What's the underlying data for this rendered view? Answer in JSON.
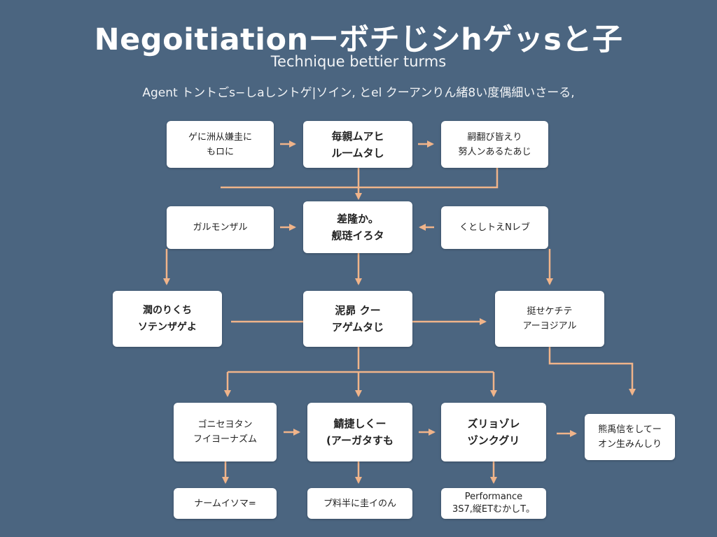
{
  "header": {
    "title": "Negoitiationーボチじシhゲッsと子",
    "subtitle": "Technique bettier turms",
    "description": "Agent トントごs−しaしントゲ|ソイン, とel クーアンりん緒8い度偶細いさーる,"
  },
  "colors": {
    "background": "#4b6580",
    "connector": "#f0b48a",
    "node": "#ffffff"
  },
  "nodes": [
    {
      "id": "a",
      "lines": [
        "ゲに洲从嫌圭に",
        "もロに"
      ]
    },
    {
      "id": "b",
      "lines": [
        "毎親ムアヒ",
        "ル一ムタし"
      ]
    },
    {
      "id": "c",
      "lines": [
        "嗣翻び皆えり",
        "努人ンあるたあじ"
      ]
    },
    {
      "id": "d",
      "lines": [
        "ガルモンザル"
      ]
    },
    {
      "id": "e",
      "lines": [
        "差隆か。",
        "舰琏イろタ"
      ]
    },
    {
      "id": "f",
      "lines": [
        "くとしトえNレブ"
      ]
    },
    {
      "id": "g",
      "lines": [
        "潤のりくち",
        "ソテンザゲよ"
      ]
    },
    {
      "id": "h",
      "lines": [
        "泥昴 クー",
        "アゲムタじ"
      ]
    },
    {
      "id": "i",
      "lines": [
        "挺せケチテ",
        "アーヨジアル"
      ]
    },
    {
      "id": "j",
      "lines": [
        "ゴニセヨタン",
        "フイヨーナズム"
      ]
    },
    {
      "id": "k",
      "lines": [
        "鯖捷しくー",
        "(アーガタすも"
      ]
    },
    {
      "id": "l",
      "lines": [
        "ズリョゾレ",
        "ヅンクグリ"
      ]
    },
    {
      "id": "m",
      "lines": [
        "熊禹信をしてー",
        "オン生みんしり"
      ]
    },
    {
      "id": "n",
      "lines": [
        "ナームイソマ="
      ]
    },
    {
      "id": "o",
      "lines": [
        "プ料半に圭イのん"
      ]
    },
    {
      "id": "p",
      "lines": [
        "Performance",
        "3S7,縦ETむかしT。"
      ]
    }
  ]
}
